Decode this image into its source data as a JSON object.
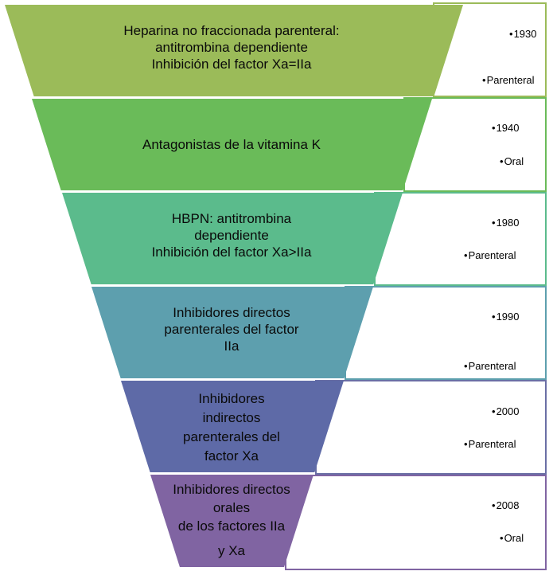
{
  "levels": [
    {
      "lines": [
        "Heparina no fraccionada parenteral:",
        "antitrombina dependiente",
        "Inhibición  del factor Xa=IIa"
      ],
      "year": "1930",
      "route": "Parenteral",
      "fill": "#9bbb59",
      "accent": "#9bbb59"
    },
    {
      "lines": [
        "Antagonistas de la vitamina K"
      ],
      "year": "1940",
      "route": "Oral",
      "fill": "#6abb59",
      "accent": "#6abb59"
    },
    {
      "lines": [
        "HBPN: antitrombina",
        "dependiente",
        "Inhibición del factor Xa>IIa"
      ],
      "year": "1980",
      "route": "Parenteral",
      "fill": "#5bbb8c",
      "accent": "#5bbb8c"
    },
    {
      "lines": [
        "Inhibidores directos",
        "parenterales del factor",
        "IIa"
      ],
      "year": "1990",
      "route": "Parenteral",
      "fill": "#5d9fae",
      "accent": "#5d9fae"
    },
    {
      "lines": [
        "Inhibidores",
        "indirectos",
        "parenterales del",
        "factor Xa"
      ],
      "year": "2000",
      "route": "Parenteral",
      "fill": "#5e6aa7",
      "accent": "#6a6fa5"
    },
    {
      "lines": [
        "Inhibidores directos",
        "orales",
        "de los factores IIa",
        "",
        "y Xa"
      ],
      "year": "2008",
      "route": "Oral",
      "fill": "#8064a2",
      "accent": "#8064a2"
    }
  ]
}
